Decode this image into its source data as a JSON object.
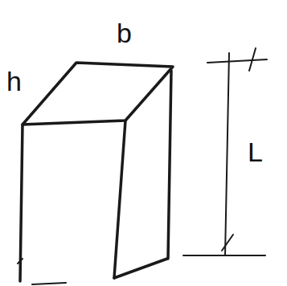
{
  "diagram": {
    "labels": [
      "b",
      "h",
      "L"
    ]
  }
}
